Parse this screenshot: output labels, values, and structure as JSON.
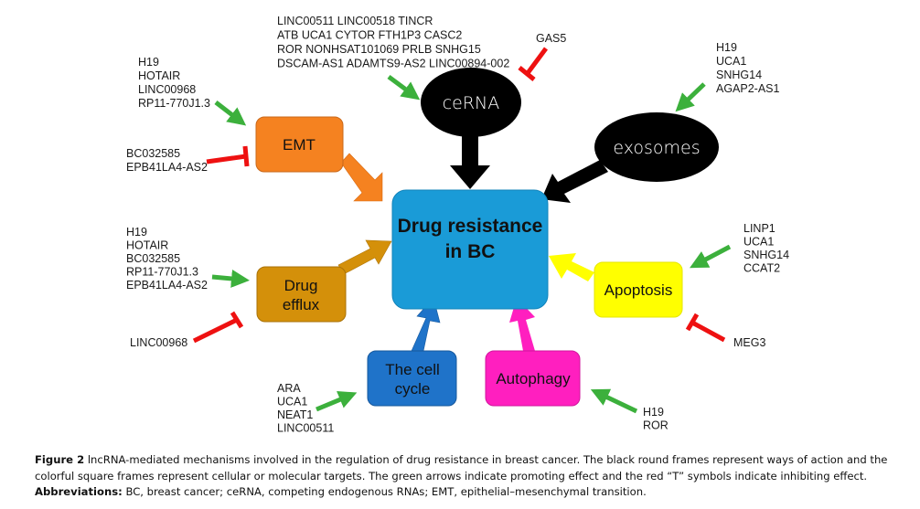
{
  "center": {
    "line1": "Drug resistance",
    "line2": "in BC",
    "color": "#1a9bd7"
  },
  "ways_of_action": [
    {
      "id": "cerna",
      "label": "ceRNA",
      "promoters": [
        "LINC00511 LINC00518 TINCR",
        "ATB UCA1 CYTOR FTH1P3 CASC2",
        "ROR NONHSAT101069 PRLB SNHG15",
        "DSCAM-AS1 ADAMTS9-AS2 LINC00894-002"
      ],
      "inhibitors": [
        "GAS5"
      ]
    },
    {
      "id": "exosomes",
      "label": "exosomes",
      "promoters": [
        "H19",
        "UCA1",
        "SNHG14",
        "AGAP2-AS1"
      ],
      "inhibitors": []
    }
  ],
  "targets": [
    {
      "id": "emt",
      "label": [
        "EMT"
      ],
      "color": "#f58220",
      "promoters": [
        "H19",
        "HOTAIR",
        "LINC00968",
        "RP11-770J1.3"
      ],
      "inhibitors": [
        "BC032585",
        "EPB41LA4-AS2"
      ]
    },
    {
      "id": "drug-efflux",
      "label": [
        "Drug",
        "efflux"
      ],
      "color": "#d4900a",
      "promoters": [
        "H19",
        "HOTAIR",
        "BC032585",
        "RP11-770J1.3",
        "EPB41LA4-AS2"
      ],
      "inhibitors": [
        "LINC00968"
      ]
    },
    {
      "id": "apoptosis",
      "label": [
        "Apoptosis"
      ],
      "color": "#ffff00",
      "promoters": [
        "LINP1",
        "UCA1",
        "SNHG14",
        "CCAT2"
      ],
      "inhibitors": [
        "MEG3"
      ]
    },
    {
      "id": "cell-cycle",
      "label": [
        "The cell",
        "cycle"
      ],
      "color": "#1f73c9",
      "promoters": [
        "ARA",
        "UCA1",
        "NEAT1",
        "LINC00511"
      ],
      "inhibitors": []
    },
    {
      "id": "autophagy",
      "label": [
        "Autophagy"
      ],
      "color": "#ff1fbf",
      "promoters": [
        "H19",
        "ROR"
      ],
      "inhibitors": []
    }
  ],
  "colors": {
    "promote": "#3cb03c",
    "inhibit": "#ee1111",
    "way": "#000000"
  },
  "caption": {
    "figure_label": "Figure 2",
    "text": " lncRNA-mediated mechanisms involved in the regulation of drug resistance in breast cancer. The black round frames represent ways of action and the colorful square frames represent cellular or molecular targets. The green arrows indicate promoting effect and the red “T” symbols indicate inhibiting effect.",
    "abbrev_label": "Abbreviations:",
    "abbrev_text": " BC, breast cancer; ceRNA, competing endogenous RNAs; EMT, epithelial–mesenchymal transition."
  }
}
